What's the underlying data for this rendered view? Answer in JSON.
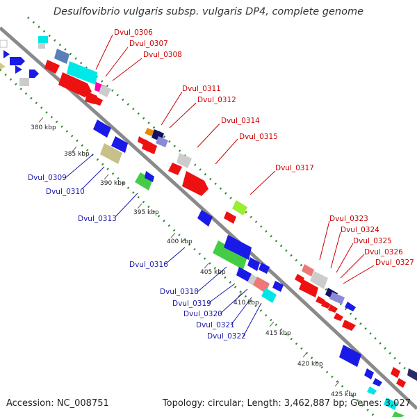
{
  "title": "Desulfovibrio vulgaris subsp. vulgaris DP4, complete genome",
  "footer": {
    "accession": "Accession: NC_008751",
    "topology": "Topology: circular; Length: 3,462,887 bp; Genes: 3,027"
  },
  "colors": {
    "backbone": "#8a8a8a",
    "dots": "#2e8b2e",
    "forward_label": "#cc0000",
    "reverse_label": "#1a1aaa"
  },
  "ticks": [
    "380 kbp",
    "385 kbp",
    "390 kbp",
    "395 kbp",
    "400 kbp",
    "405 kbp",
    "410 kbp",
    "415 kbp",
    "420 kbp",
    "425 kbp"
  ],
  "forward_genes": [
    "Dvul_0306",
    "Dvul_0307",
    "Dvul_0308",
    "Dvul_0311",
    "Dvul_0312",
    "Dvul_0314",
    "Dvul_0315",
    "Dvul_0317",
    "Dvul_0323",
    "Dvul_0324",
    "Dvul_0325",
    "Dvul_0326",
    "Dvul_0327"
  ],
  "reverse_genes": [
    "Dvul_0309",
    "Dvul_0310",
    "Dvul_0313",
    "Dvul_0316",
    "Dvul_0318",
    "Dvul_0319",
    "Dvul_0320",
    "Dvul_0321",
    "Dvul_0322"
  ]
}
